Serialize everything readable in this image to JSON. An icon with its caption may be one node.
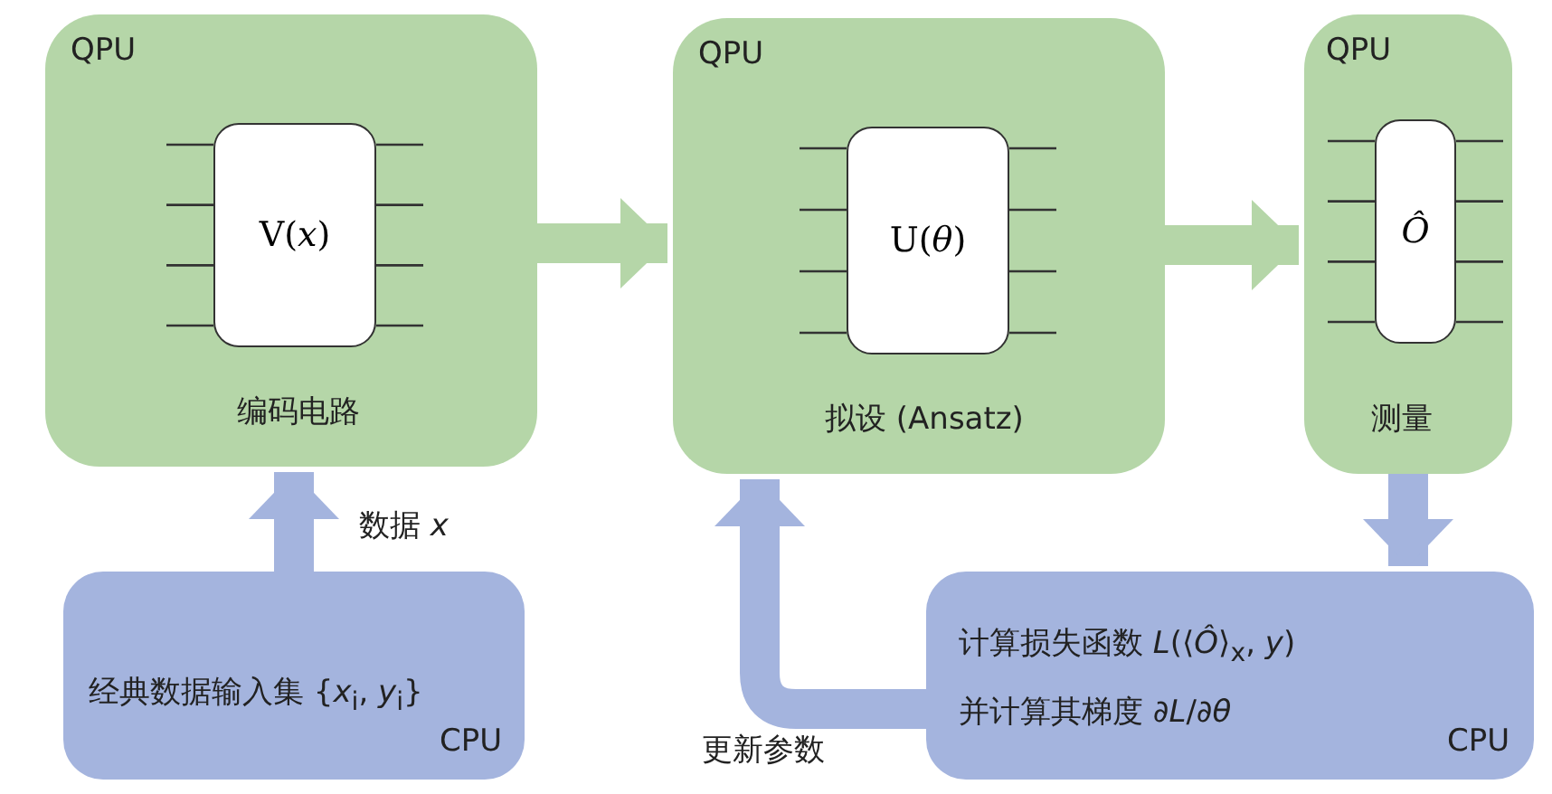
{
  "diagram": {
    "nodes": [
      {
        "text": [
          "QPU",
          "编码电路"
        ]
      },
      {
        "text": [
          "V(*x*)"
        ],
        "in": 0
      },
      {
        "text": [
          "QPU",
          "拟设 (Ansatz)"
        ]
      },
      {
        "text": [
          "U(*θ*)"
        ],
        "in": 2
      },
      {
        "text": [
          "QPU",
          "测量"
        ]
      },
      {
        "text": [
          "*Ô*"
        ],
        "in": 4
      },
      {
        "text": [
          "经典数据输入集 {*x*$_{i}$, *y*$_{i}$}",
          "CPU"
        ]
      },
      {
        "text": [
          "计算损失函数 *L*(⟨*Ô*⟩$_{x}$, *y*)",
          "并计算其梯度 ∂*L*/∂*θ*",
          "CPU"
        ]
      }
    ],
    "edges": [
      {
        "from": 0,
        "to": 2,
        "arrow": "to"
      },
      {
        "from": 2,
        "to": 4,
        "arrow": "to"
      },
      {
        "from": 4,
        "to": 7,
        "arrow": "to"
      },
      {
        "from": 6,
        "to": 0,
        "arrow": "to",
        "label": "数据 *x*"
      },
      {
        "from": 7,
        "to": 2,
        "arrow": "to",
        "label": "更新参数"
      }
    ]
  }
}
